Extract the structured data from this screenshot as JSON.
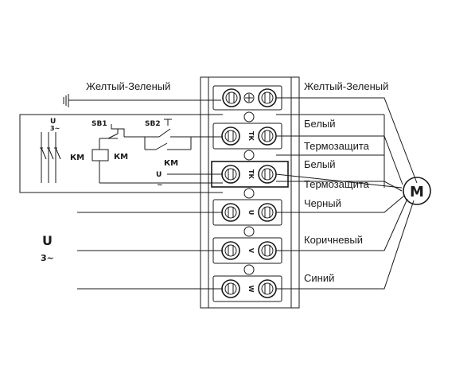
{
  "labels": {
    "ground_left": "Желтый-Зеленый",
    "ground_right": "Желтый-Зеленый",
    "white_1": "Белый",
    "thermo_1": "Термозащита",
    "white_2": "Белый",
    "thermo_2": "Термозащита",
    "black": "Черный",
    "brown": "Коричневый",
    "blue": "Синий"
  },
  "terminals": {
    "tk_1": "ТК",
    "tk_2": "ТК",
    "u": "U",
    "v": "V",
    "w": "W"
  },
  "control": {
    "sb1": "SB1",
    "sb2": "SB2",
    "km_coil": "КМ",
    "km_contact": "КМ",
    "km_main": "КМ",
    "supply_top_u": "U",
    "supply_top_phase": "3~",
    "supply_ctrl_u": "U",
    "supply_ctrl_ac": "~"
  },
  "supply": {
    "u": "U",
    "phase": "3~"
  },
  "motor": {
    "symbol": "M"
  }
}
